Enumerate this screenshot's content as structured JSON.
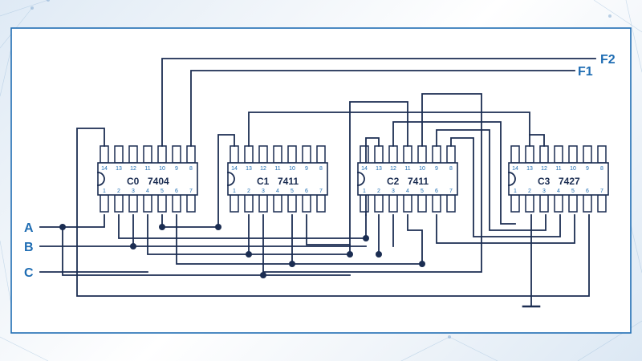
{
  "diagram": {
    "chips": [
      {
        "id": "C0",
        "part": "7404"
      },
      {
        "id": "C1",
        "part": "7411"
      },
      {
        "id": "C2",
        "part": "7411"
      },
      {
        "id": "C3",
        "part": "7427"
      }
    ],
    "top_pin_labels": [
      "14",
      "13",
      "12",
      "11",
      "10",
      "9",
      "8"
    ],
    "bottom_pin_labels": [
      "1",
      "2",
      "3",
      "4",
      "5",
      "6",
      "7"
    ],
    "inputs": [
      "A",
      "B",
      "C"
    ],
    "outputs": [
      "F2",
      "F1"
    ],
    "colors": {
      "wire": "#1b2d52",
      "label": "#1f6db3",
      "frame": "#1f6db3",
      "background": "#ffffff"
    }
  }
}
